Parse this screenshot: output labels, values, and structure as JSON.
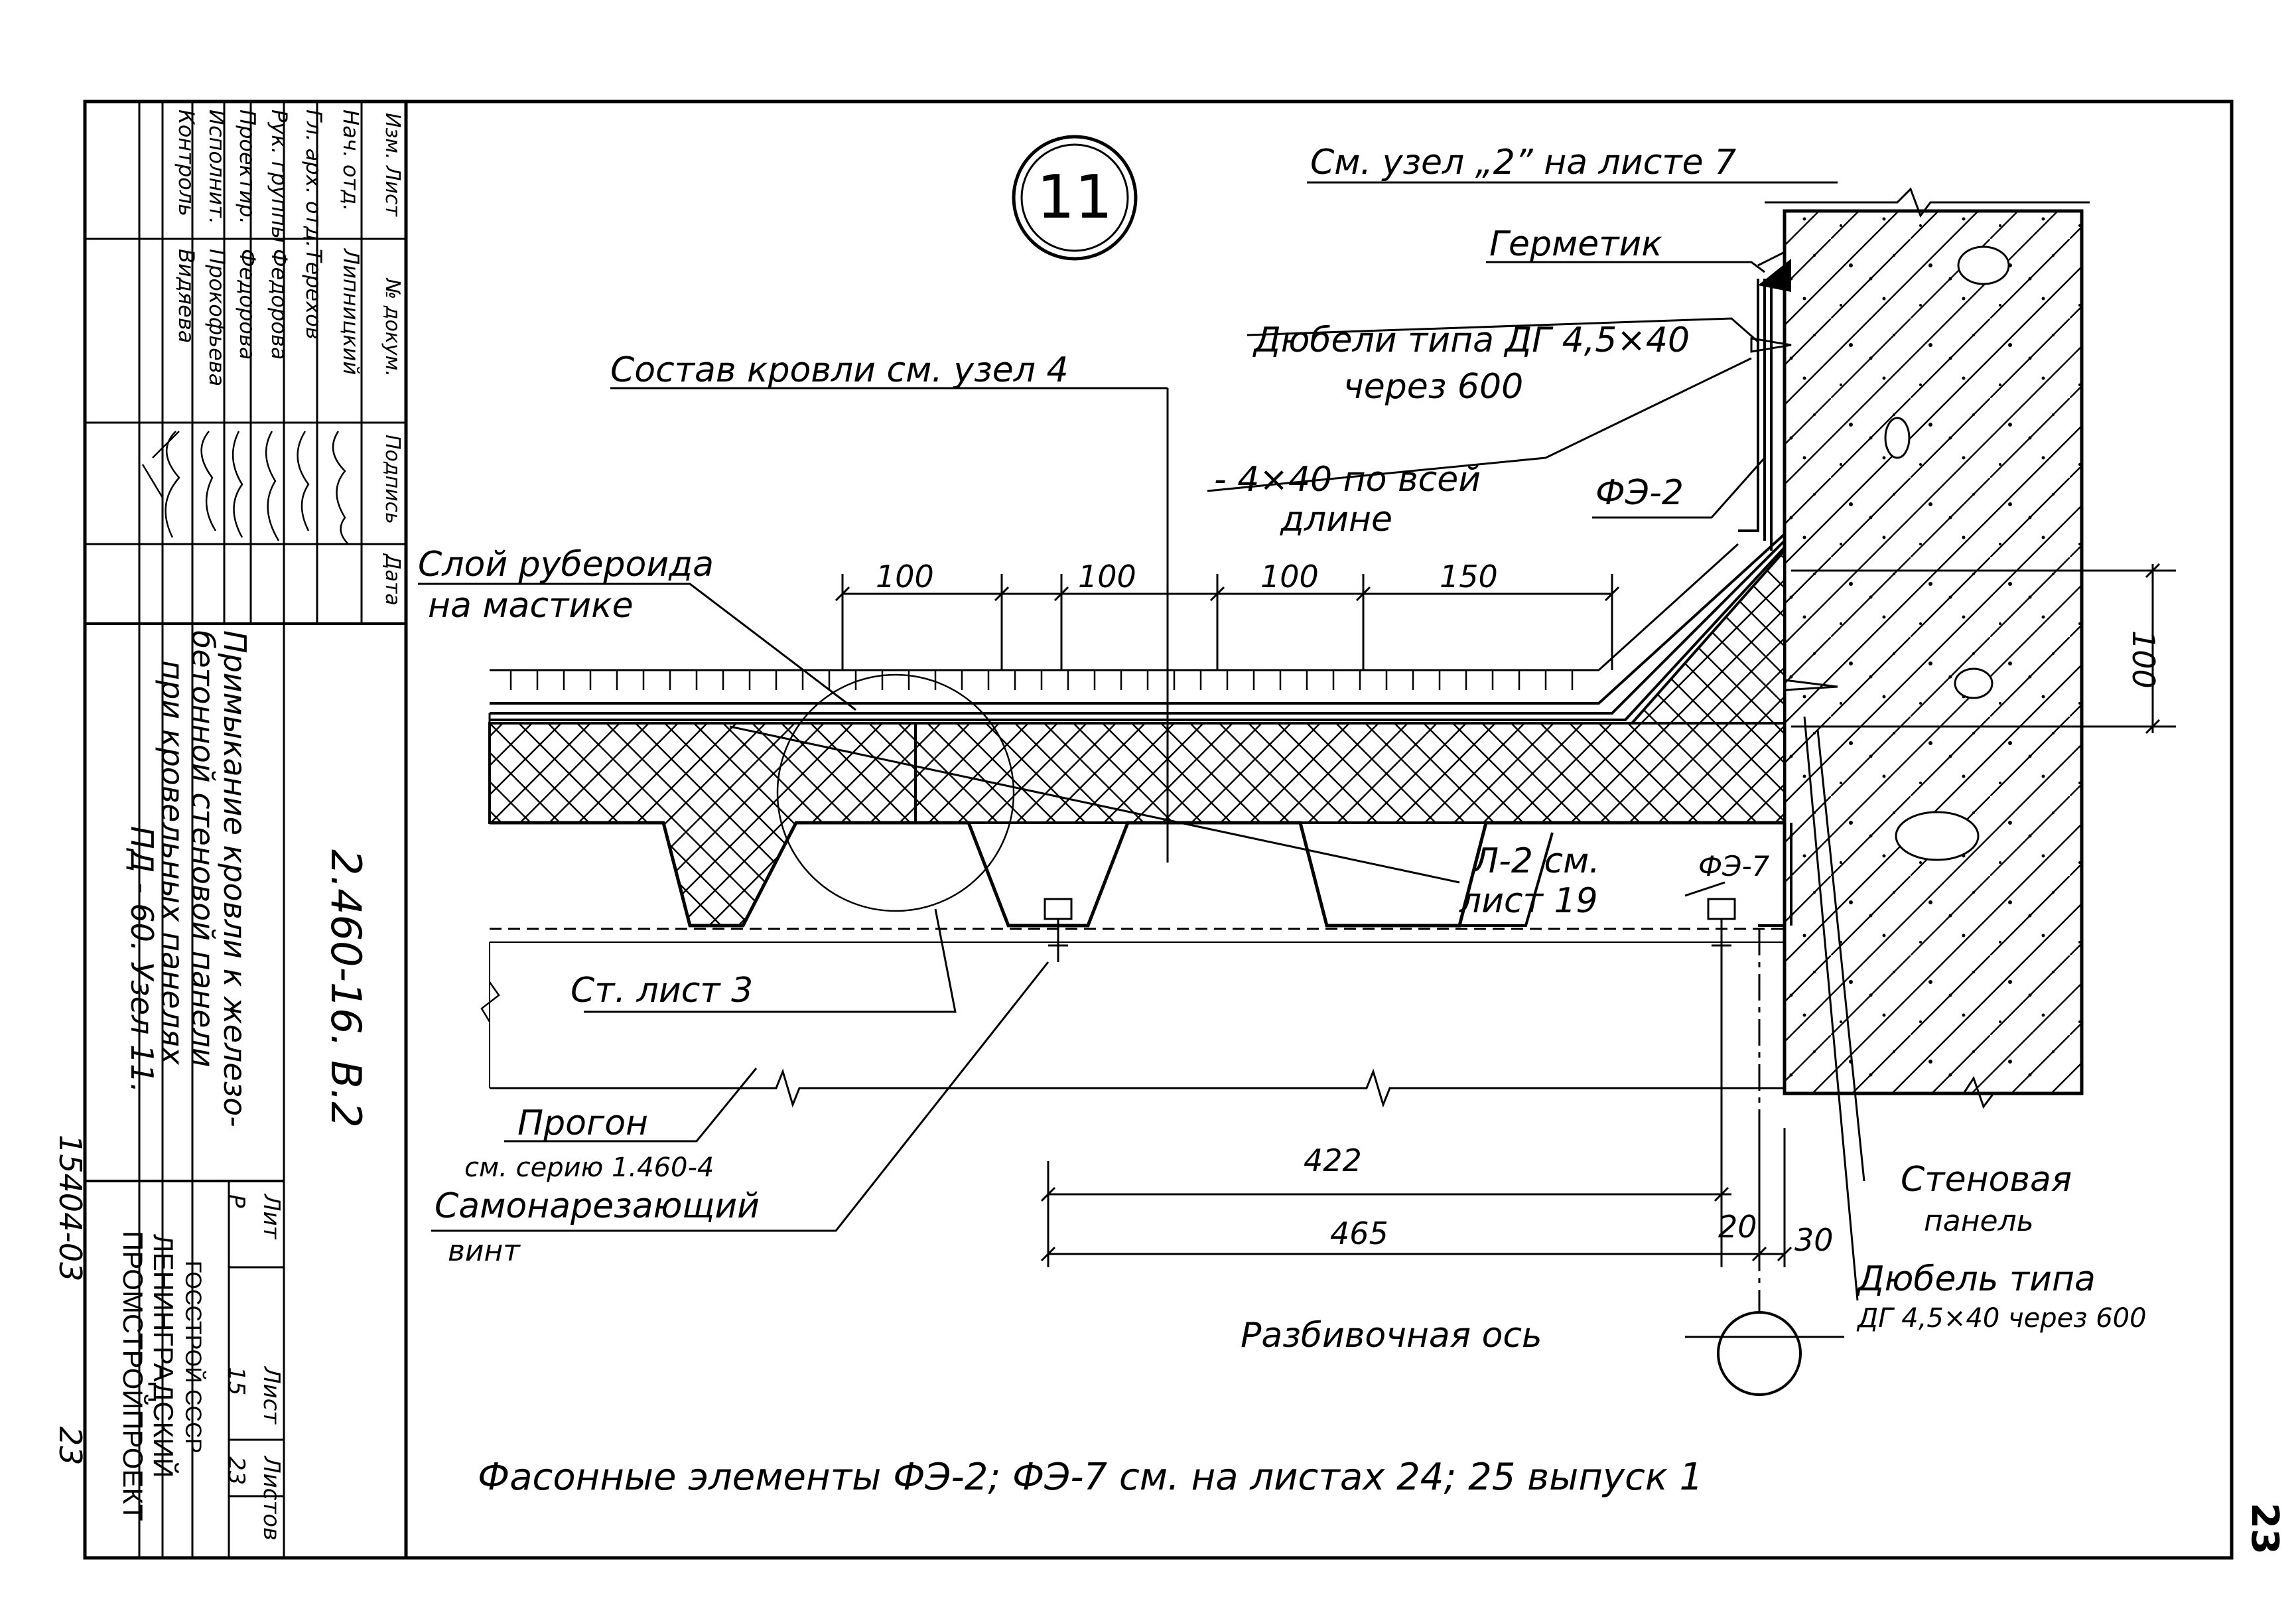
{
  "node_number": "11",
  "callouts": {
    "ref_node2": "См. узел „2” на листе 7",
    "sealant": "Герметик",
    "dowels_1": "Дюбели типа ДГ 4,5×40",
    "dowels_2": "через 600",
    "roof_comp": "Состав кровли см. узел 4",
    "strip_1": "- 4×40 по всей",
    "strip_2": "длине",
    "fe2": "ФЭ-2",
    "ruberoid_1": "Слой рубероида",
    "ruberoid_2": "на мастике",
    "l2_1": "Л-2 см.",
    "l2_2": "лист 19",
    "fe7": "ФЭ-7",
    "st_list": "Ст. лист 3",
    "purlin_1": "Прогон",
    "purlin_2": "см. серию 1.460-4",
    "screw_1": "Самонарезающий",
    "screw_2": "винт",
    "wall_1": "Стеновая",
    "wall_2": "панель",
    "dowel_1": "Дюбель типа",
    "dowel_2": "ДГ 4,5×40 через 600",
    "axis": "Разбивочная ось",
    "footnote": "Фасонные элементы ФЭ-2; ФЭ-7 см. на листах 24; 25 выпуск 1"
  },
  "dimensions": {
    "d1": "100",
    "d2": "100",
    "d3": "100",
    "d4": "150",
    "v100": "100",
    "d422": "422",
    "d465": "465",
    "d20": "20",
    "d30": "30"
  },
  "stamp": {
    "headers": [
      "Изм.",
      "Лист",
      "№ докум.",
      "Подпись",
      "Дата"
    ],
    "rows": [
      {
        "role": "Нач. отд.",
        "name": "Липницкий"
      },
      {
        "role": "Гл. арх. отд.",
        "name": "Терехов"
      },
      {
        "role": "Рук. группы",
        "name": "Федорова"
      },
      {
        "role": "Проектир.",
        "name": "Федорова"
      },
      {
        "role": "Исполнит.",
        "name": "Прокофьева"
      },
      {
        "role": "Контроль",
        "name": "Видяева"
      }
    ],
    "code": "2.460-16. В.2",
    "title_1": "Примыкание кровли к железо-",
    "title_2": "бетонной стеновой панели",
    "title_3": "при кровельных панелях",
    "title_4": "ПД - 60. Узел 11.",
    "lit_label": "Лит",
    "lit_value": "Р",
    "sheet_label": "Лист",
    "sheet_value": "15",
    "sheets_label": "Листов",
    "sheets_value": "23",
    "org_1": "ГОССТРОЙ СССР",
    "org_2": "ЛЕНИНГРАДСКИЙ",
    "org_3": "ПРОМСТРОЙПРОЕКТ"
  },
  "margin_inventory": "15404-03",
  "margin_page": "23",
  "page_number": "23"
}
